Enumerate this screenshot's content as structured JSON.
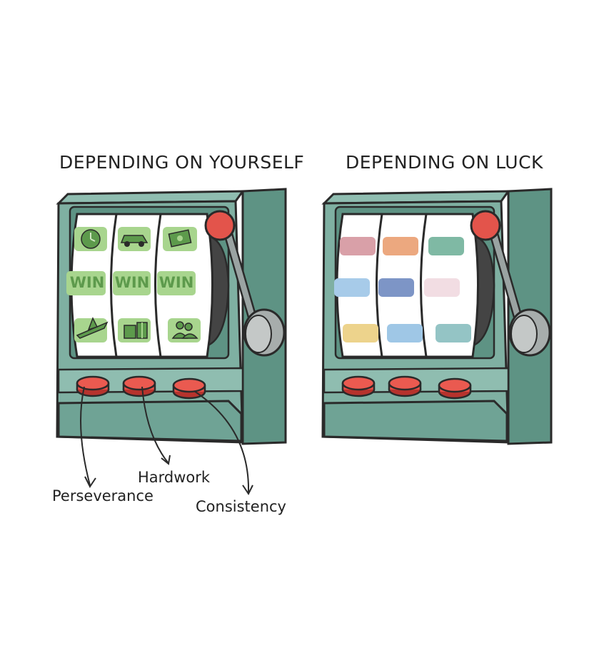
{
  "panels": {
    "left": {
      "title": "DEPENDING ON YOURSELF"
    },
    "right": {
      "title": "DEPENDING ON LUCK"
    }
  },
  "reels_left": {
    "win_row": [
      "WIN",
      "WIN",
      "WIN"
    ],
    "top_icons": [
      "clock-icon",
      "car-icon",
      "money-icon"
    ],
    "bottom_icons": [
      "airplane-icon",
      "gift-shopping-icon",
      "people-icon"
    ],
    "tile_color": "#a8d58e"
  },
  "reels_right": {
    "tile_colors": [
      [
        "#d9a0a8",
        "#eca87f",
        "#7fb9a4"
      ],
      [
        "#a7cbe9",
        "#7d95c6",
        "#f2dde3"
      ],
      [
        "#edd38c",
        "#9fc7e6",
        "#94c4c5"
      ]
    ]
  },
  "buttons": {
    "left": [
      "Perseverance",
      "Hardwork",
      "Consistency"
    ]
  },
  "colors": {
    "machine_body": "#7fb0a2",
    "machine_dark": "#5e9384",
    "button_red": "#e54e46",
    "knob_red": "#e3544b",
    "outline": "#2a2a2a"
  }
}
